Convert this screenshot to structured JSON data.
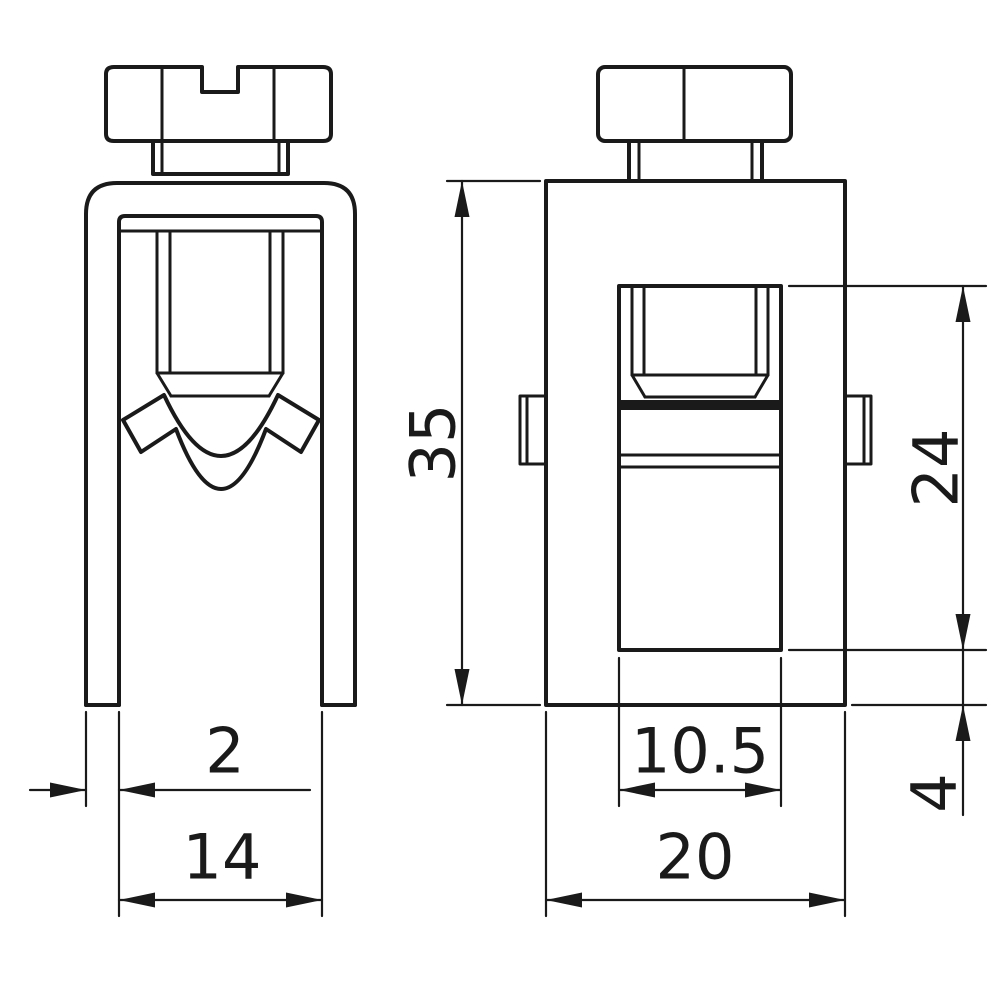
{
  "drawing": {
    "type": "technical-dimension-drawing",
    "subject": "clamp with slotted screw, front and side views",
    "colors": {
      "line": "#1a1a1a",
      "background": "#ffffff"
    },
    "dimensions": {
      "overall_height": "35",
      "clamp_opening_height": "24",
      "strap_thickness": "2",
      "opening_width_front": "14",
      "opening_width_side": "10.5",
      "base_height": "4",
      "body_width": "20"
    }
  }
}
